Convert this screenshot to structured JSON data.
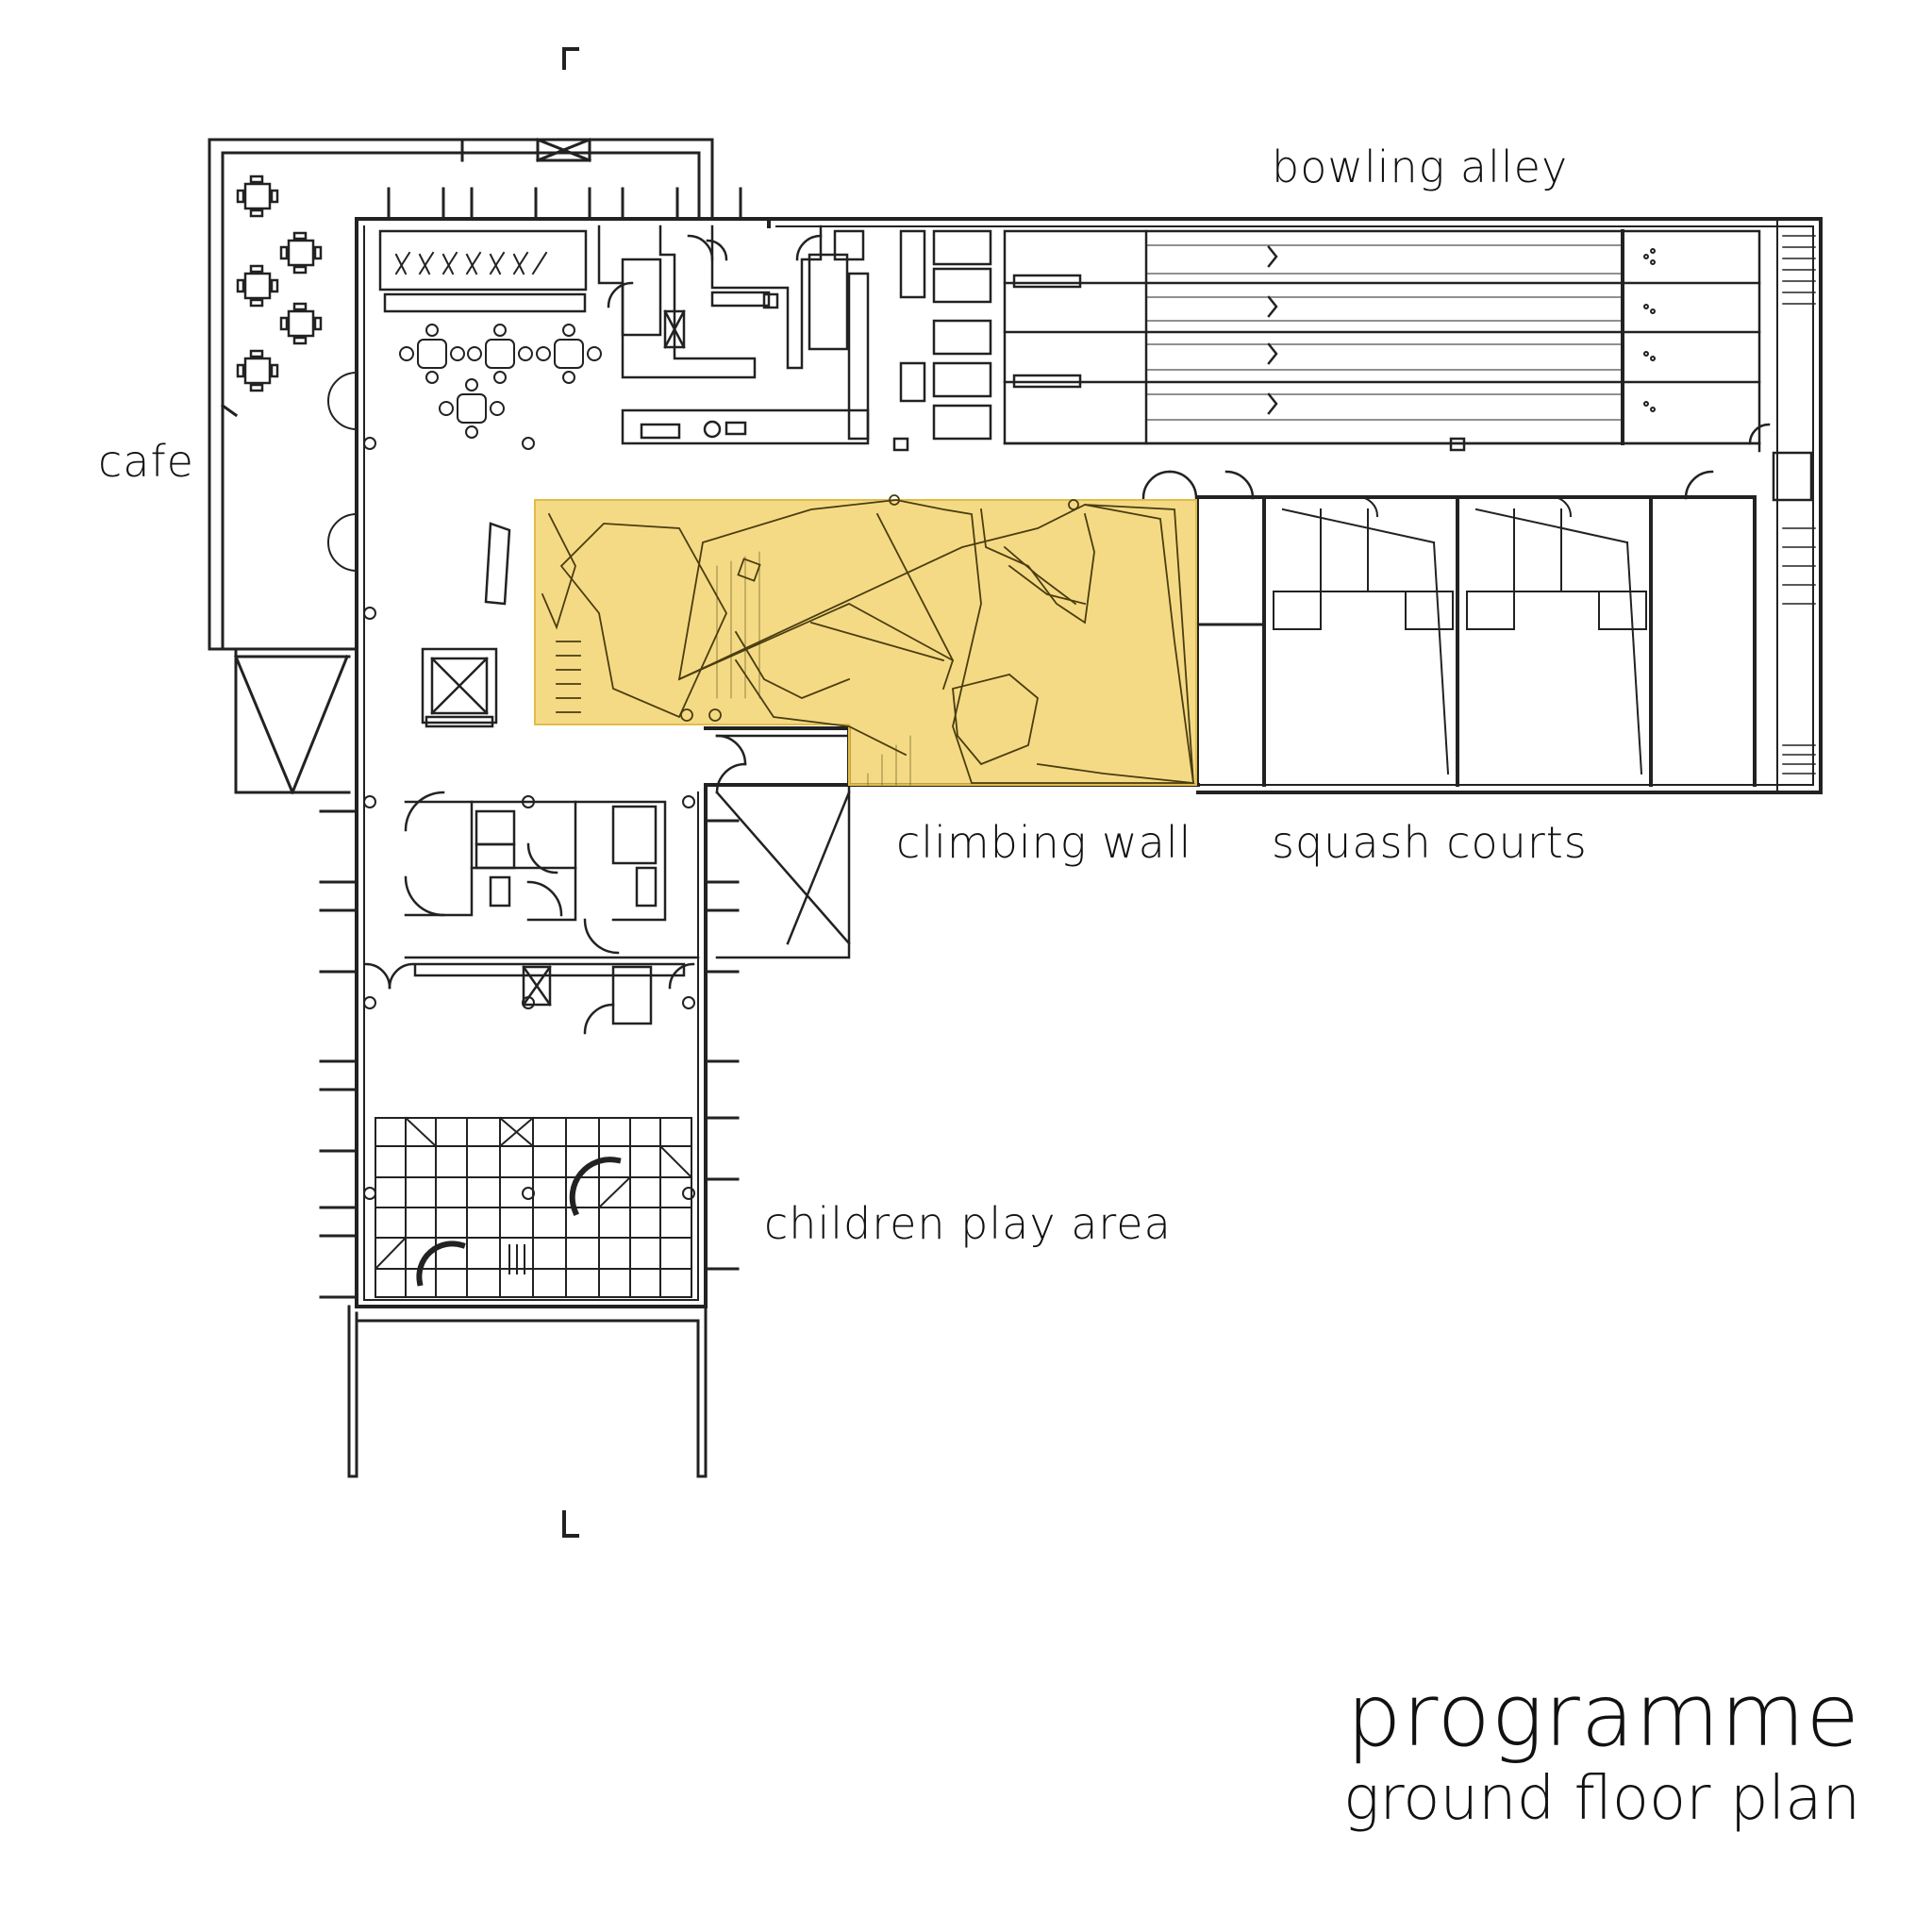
{
  "labels": {
    "cafe": "cafe",
    "bowling_alley": "bowling alley",
    "climbing_wall": "climbing wall",
    "squash_courts": "squash courts",
    "children_play_area": "children play area"
  },
  "title": {
    "main": "programme",
    "sub": "ground floor plan"
  },
  "colors": {
    "highlight": "#f2cd5c",
    "line": "#222222",
    "background": "#ffffff"
  }
}
